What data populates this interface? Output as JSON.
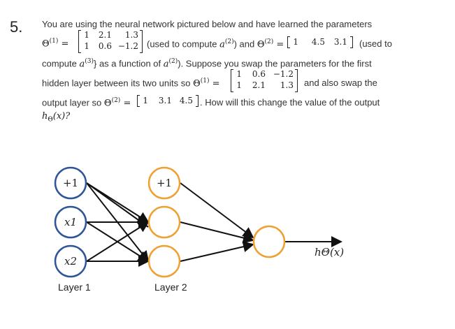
{
  "question": {
    "number": "5.",
    "intro": "You are using the neural network pictured below and have learned the parameters",
    "theta1_label": "Θ",
    "theta1_sup": "(1)",
    "theta1_matrix": [
      [
        "1",
        "2.1",
        "1.3"
      ],
      [
        "1",
        "0.6",
        "−1.2"
      ]
    ],
    "used_compute_a2_pre": "(used to compute ",
    "a_sym": "a",
    "a2_sup": "(2)",
    "and_theta2": ") and ",
    "theta2_sup": "(2)",
    "theta2_matrix": [
      "1",
      "4.5",
      "3.1"
    ],
    "used_to": "(used to",
    "compute_pre": "compute ",
    "a3_sup": "(3)",
    "compute_mid": "} as a function of ",
    "compute_post": "). Suppose you swap the parameters for the first",
    "hidden_text": "hidden layer between its two units so ",
    "theta1_new_matrix": [
      [
        "1",
        "0.6",
        "−1.2"
      ],
      [
        "1",
        "2.1",
        "1.3"
      ]
    ],
    "and_also": "and also swap the",
    "output_text": "output layer so ",
    "theta2_new_matrix": [
      "1",
      "3.1",
      "4.5"
    ],
    "how_text": ". How will this change the value of the output",
    "h_theta": "h",
    "h_sub": "Θ",
    "x_arg": "(x)?"
  },
  "diagram": {
    "input_nodes": [
      "+1",
      "x1",
      "x2"
    ],
    "hidden_nodes": [
      "+1",
      "",
      "",
      ""
    ],
    "output_label": "hΘ(x)",
    "layer1_label": "Layer 1",
    "layer2_label": "Layer 2",
    "input_color": "#2f5597",
    "hidden_color": "#f0a030"
  }
}
